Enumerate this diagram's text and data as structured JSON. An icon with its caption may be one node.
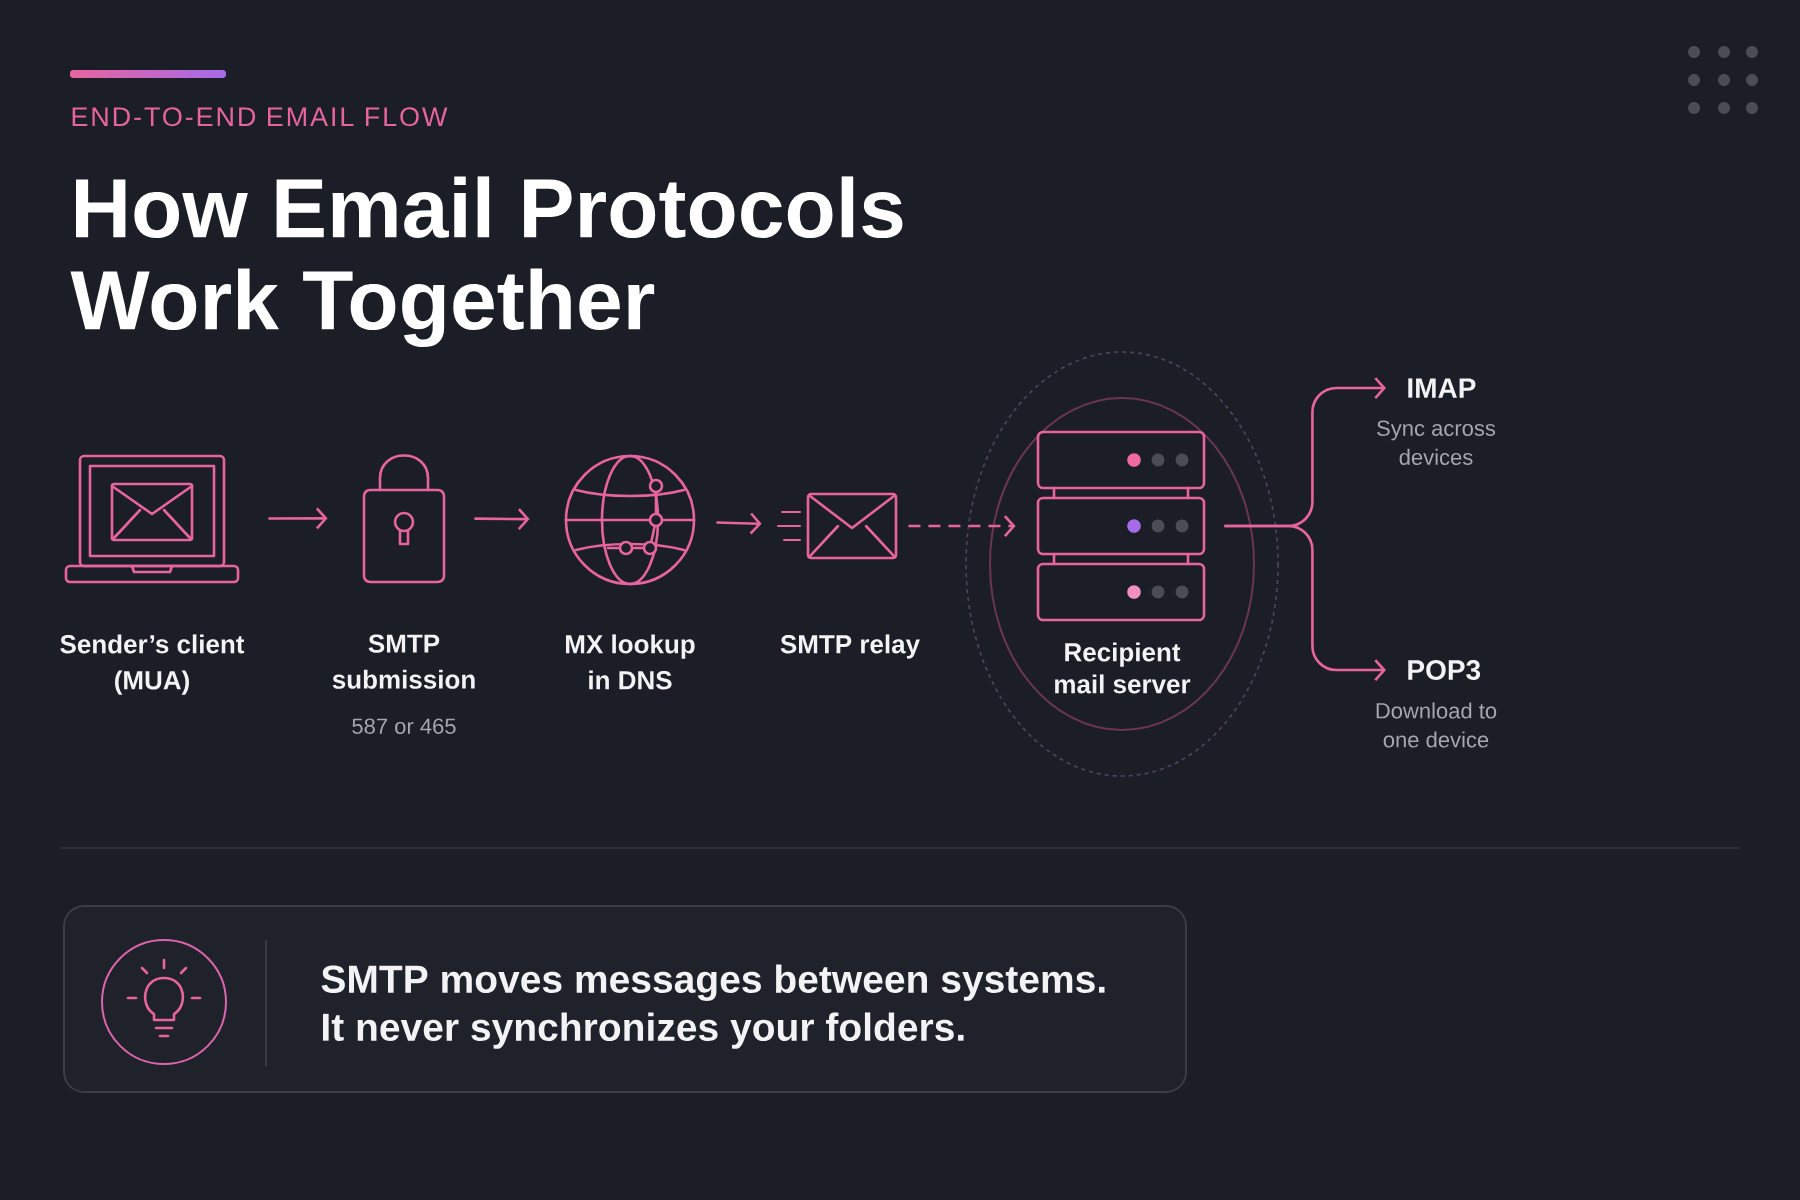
{
  "diagram": {
    "title": "How Email Protocols Work Together",
    "nodes": [
      {
        "text": [
          "Sender’s client (MUA)"
        ]
      },
      {
        "text": [
          "SMTP submission",
          "587 or 465"
        ]
      },
      {
        "text": [
          "MX lookup in DNS"
        ]
      },
      {
        "text": [
          "SMTP relay"
        ]
      },
      {
        "text": [
          "Recipient mail server"
        ]
      },
      {
        "text": [
          "IMAP",
          "Sync across devices"
        ]
      },
      {
        "text": [
          "POP3",
          "Download to one device"
        ]
      },
      {
        "text": [
          "SMTP moves messages between systems. It never synchronizes your folders."
        ]
      }
    ],
    "edges": [
      {
        "from": 0,
        "to": 1,
        "arrow": "to"
      },
      {
        "from": 1,
        "to": 2,
        "arrow": "to"
      },
      {
        "from": 2,
        "to": 3,
        "arrow": "to"
      },
      {
        "from": 3,
        "to": 4,
        "arrow": "to",
        "style": "dashed"
      },
      {
        "from": 4,
        "to": 5,
        "arrow": "to"
      },
      {
        "from": 4,
        "to": 6,
        "arrow": "to"
      }
    ],
    "labels": [
      "END-TO-END EMAIL FLOW"
    ]
  }
}
